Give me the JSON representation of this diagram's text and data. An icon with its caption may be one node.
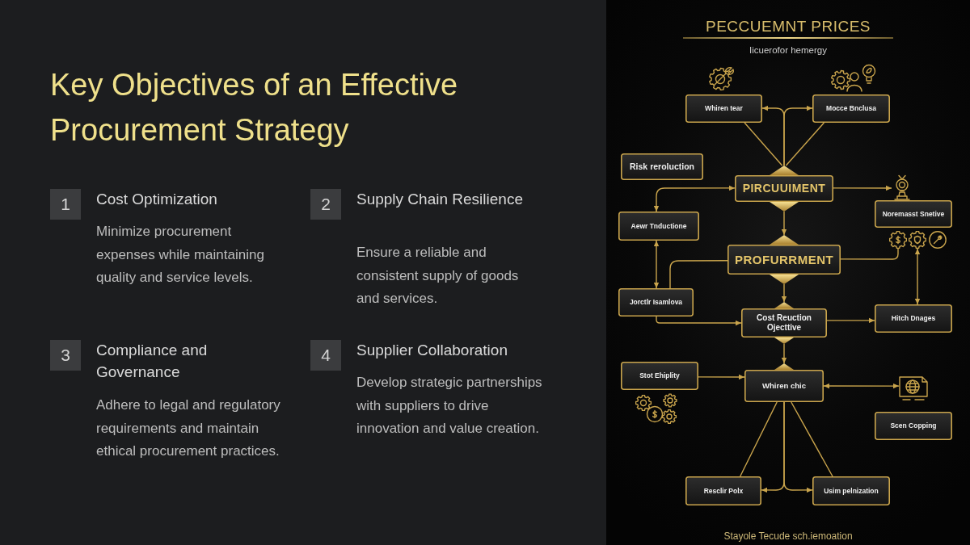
{
  "diagram": {
    "title": "Key Objectives of an Effective Procurement Strategy",
    "nodes": [
      {
        "text": [
          "1"
        ],
        "beside": [
          "Cost Optimization",
          "Minimize procurement expenses while maintaining quality and service levels."
        ]
      },
      {
        "text": [
          "2"
        ],
        "beside": [
          "Supply Chain Resilience",
          "Ensure a reliable and consistent supply of goods and services."
        ]
      },
      {
        "text": [
          "3"
        ],
        "beside": [
          "Compliance and Governance",
          "Adhere to legal and regulatory requirements and maintain ethical procurement practices."
        ]
      },
      {
        "text": [
          "4"
        ],
        "beside": [
          "Supplier Collaboration",
          "Develop strategic partnerships with suppliers to drive innovation and value creation."
        ]
      },
      {
        "text": [
          "Whiren tear"
        ]
      },
      {
        "text": [
          "Mocce Bnclusa"
        ]
      },
      {
        "text": [
          "Risk reroluction"
        ]
      },
      {
        "text": [
          "PIRCUUIMENT"
        ]
      },
      {
        "text": [],
        "shape": "picture"
      },
      {
        "text": [
          "Noremasst Snetive"
        ]
      },
      {
        "text": [
          "Aewr Tnductione"
        ]
      },
      {
        "text": [
          "PROFURRMENT"
        ]
      },
      {
        "text": [],
        "shape": "picture"
      },
      {
        "text": [],
        "shape": "picture"
      },
      {
        "text": [
          "Jorctlr Isamlova"
        ]
      },
      {
        "text": [
          "Cost Reuction Ojecttive"
        ]
      },
      {
        "text": [
          "Hitch Dnages"
        ]
      },
      {
        "text": [
          "Stot Ehiplity"
        ]
      },
      {
        "text": [
          "Whiren chic"
        ]
      },
      {
        "text": [],
        "shape": "picture"
      },
      {
        "text": [
          "Scen Copping"
        ]
      },
      {
        "text": [
          "Resclir Polx"
        ]
      },
      {
        "text": [
          "Usim pelnization"
        ]
      }
    ],
    "edges": [
      {
        "from": 7,
        "to": 4,
        "arrow": "to"
      },
      {
        "from": 7,
        "to": 5,
        "arrow": "to"
      },
      {
        "from": 4,
        "to": 7,
        "arrow": "none"
      },
      {
        "from": 5,
        "to": 7,
        "arrow": "none"
      },
      {
        "from": 10,
        "to": 7,
        "arrow": "both"
      },
      {
        "from": 7,
        "to": 8,
        "arrow": "to"
      },
      {
        "from": 7,
        "to": 11,
        "arrow": "to"
      },
      {
        "from": 11,
        "to": 12,
        "arrow": "none"
      },
      {
        "from": 13,
        "to": 16,
        "arrow": "both"
      },
      {
        "from": 10,
        "to": 14,
        "arrow": "both"
      },
      {
        "from": 11,
        "to": 14,
        "arrow": "none"
      },
      {
        "from": 14,
        "to": 15,
        "arrow": "to"
      },
      {
        "from": 11,
        "to": 15,
        "arrow": "to"
      },
      {
        "from": 15,
        "to": 16,
        "arrow": "to"
      },
      {
        "from": 15,
        "to": 18,
        "arrow": "to"
      },
      {
        "from": 17,
        "to": 18,
        "arrow": "to"
      },
      {
        "from": 18,
        "to": 19,
        "arrow": "both"
      },
      {
        "from": 18,
        "to": 21,
        "arrow": "to"
      },
      {
        "from": 18,
        "to": 22,
        "arrow": "to"
      },
      {
        "from": 18,
        "to": 21,
        "arrow": "none"
      },
      {
        "from": 18,
        "to": 22,
        "arrow": "none"
      }
    ],
    "labels": [
      "PECCUEMNT PRICES",
      "Iicuerofor hemergy",
      "Stayole Tecude sch.iemoation"
    ]
  }
}
